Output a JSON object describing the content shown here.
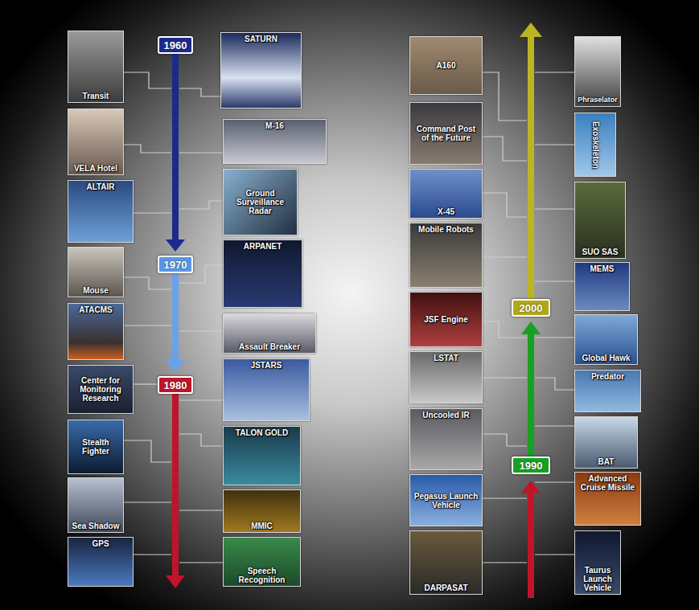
{
  "diagram": {
    "nodes": [
      {
        "text": [
          "Transit"
        ]
      },
      {
        "text": [
          "VELA Hotel"
        ]
      },
      {
        "text": [
          "ALTAIR"
        ]
      },
      {
        "text": [
          "Mouse"
        ]
      },
      {
        "text": [
          "ATACMS"
        ]
      },
      {
        "text": [
          "Center for Monitoring Research"
        ]
      },
      {
        "text": [
          "Stealth Fighter"
        ]
      },
      {
        "text": [
          "Sea Shadow"
        ]
      },
      {
        "text": [
          "GPS"
        ]
      },
      {
        "text": [
          "1960"
        ]
      },
      {
        "text": [
          "1970"
        ]
      },
      {
        "text": [
          "1980"
        ]
      },
      {
        "text": [
          "SATURN"
        ]
      },
      {
        "text": [
          "M-16"
        ]
      },
      {
        "text": [
          "Ground Surveillance Radar"
        ]
      },
      {
        "text": [
          "ARPANET"
        ]
      },
      {
        "text": [
          "Assault Breaker"
        ]
      },
      {
        "text": [
          "JSTARS"
        ]
      },
      {
        "text": [
          "TALON GOLD"
        ]
      },
      {
        "text": [
          "MMIC"
        ]
      },
      {
        "text": [
          "Speech Recognition"
        ]
      },
      {
        "text": [
          "A160"
        ]
      },
      {
        "text": [
          "Command Post of the Future"
        ]
      },
      {
        "text": [
          "X-45"
        ]
      },
      {
        "text": [
          "Mobile Robots"
        ]
      },
      {
        "text": [
          "JSF Engine"
        ]
      },
      {
        "text": [
          "LSTAT"
        ]
      },
      {
        "text": [
          "Uncooled IR"
        ]
      },
      {
        "text": [
          "Pegasus Launch Vehicle"
        ]
      },
      {
        "text": [
          "DARPASAT"
        ]
      },
      {
        "text": [
          "2000"
        ]
      },
      {
        "text": [
          "1990"
        ]
      },
      {
        "text": [
          "Phraselator"
        ]
      },
      {
        "text": [
          "Exoskeleton"
        ]
      },
      {
        "text": [
          "SUO SAS"
        ]
      },
      {
        "text": [
          "MEMS"
        ]
      },
      {
        "text": [
          "Global Hawk"
        ]
      },
      {
        "text": [
          "Predator"
        ]
      },
      {
        "text": [
          "BAT"
        ]
      },
      {
        "text": [
          "Advanced Cruise Missile"
        ]
      },
      {
        "text": [
          "Taurus Launch Vehicle"
        ]
      }
    ]
  }
}
